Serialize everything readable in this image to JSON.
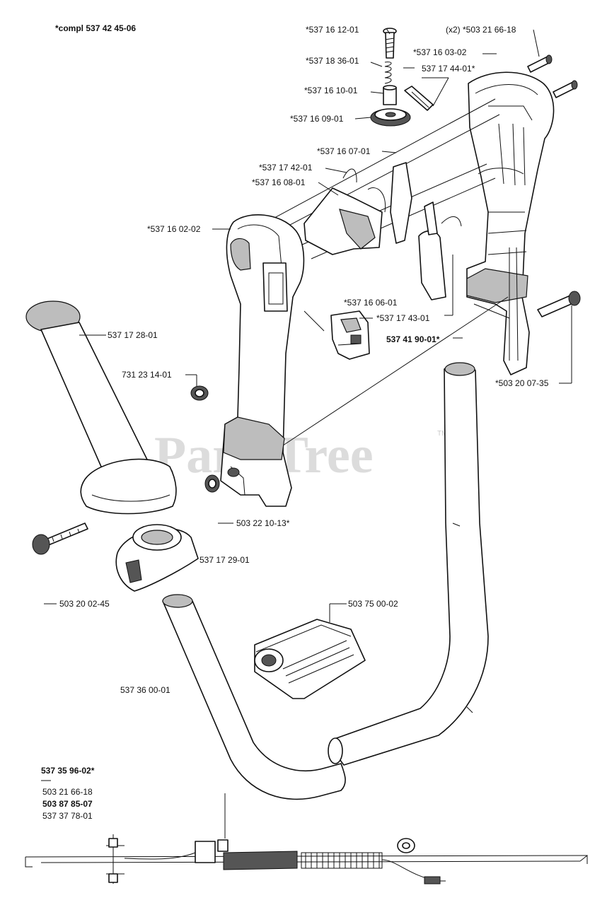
{
  "diagram": {
    "kit_label": "*compl 537 42 45-06",
    "watermark": "PartsTree",
    "watermark_tm": "TM",
    "labels": {
      "p1": "*537 16 12-01",
      "p2": "(x2) *503 21 66-18",
      "p3": "*537 16 03-02",
      "p4": "*537 18 36-01",
      "p5": "537 17 44-01*",
      "p6": "*537 16 10-01",
      "p7": "*537 16 09-01",
      "p8": "*537 16 07-01",
      "p9": "*537 17 42-01",
      "p10": "*537 16 08-01",
      "p11": "*537 16 02-02",
      "p12": "*537 16 06-01",
      "p13": "*537 17 43-01",
      "p14": "537 41 90-01*",
      "p15": "537 17 28-01",
      "p16": "731 23 14-01",
      "p17": "*503 20 07-35",
      "p18": "503 22 10-13*",
      "p19": "537 17 29-01",
      "p20": "503 20 02-45",
      "p21": "503 75 00-02",
      "p22": "537 36 00-01"
    },
    "cable_kit": {
      "title": "537 35 96-02*",
      "items": [
        "503 21 66-18",
        "503 87 85-07",
        "537 37 78-01"
      ]
    }
  }
}
